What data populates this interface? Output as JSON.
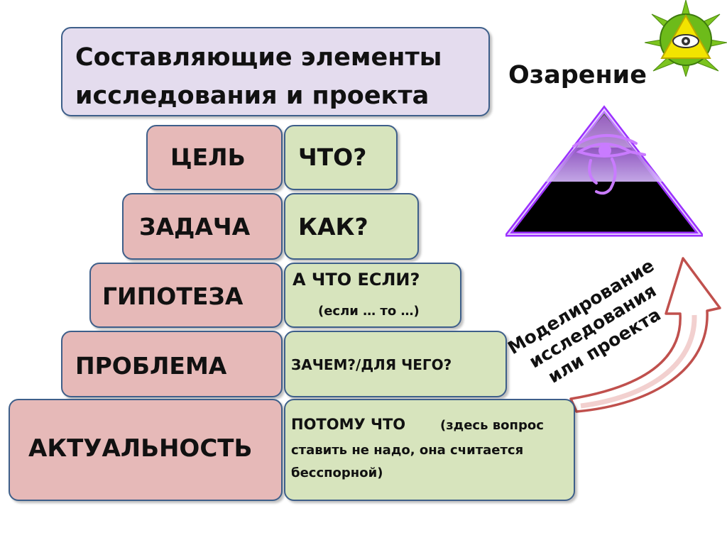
{
  "title": {
    "line1": "Составляющие элементы",
    "line2": "исследования и проекта"
  },
  "insight_label": "Озарение",
  "modeling_label": {
    "line1": "Моделирование",
    "line2": "исследования",
    "line3": "или проекта"
  },
  "rows": [
    {
      "element": "ЦЕЛЬ",
      "question": "ЧТО?"
    },
    {
      "element": "ЗАДАЧА",
      "question": "КАК?"
    },
    {
      "element": "ГИПОТЕЗА",
      "question": "А ЧТО ЕСЛИ?",
      "question_note": "(если … то …)"
    },
    {
      "element": "ПРОБЛЕМА",
      "question": "ЗАЧЕМ?/ДЛЯ ЧЕГО?"
    },
    {
      "element": "АКТУАЛЬНОСТЬ",
      "question": "ПОТОМУ ЧТО",
      "question_note": "(здесь вопрос",
      "question_note_2": "ставить не надо, она считается",
      "question_note_3": "бесспорной)"
    }
  ],
  "colors": {
    "element_fill": "#e6b9b8",
    "question_fill": "#d7e4bd",
    "title_fill": "#e4dcee",
    "border": "#3e5f8a",
    "arrow": "#c0504d",
    "pyramid_glow": "#9b30ff",
    "logo_green": "#6dbb1a",
    "logo_yellow": "#f2e400"
  },
  "icons": {
    "pyramid": "neon-pyramid-eye-of-horus",
    "logo": "all-seeing-eye-triangle-icon",
    "arrow": "curved-arrow-up-icon"
  }
}
